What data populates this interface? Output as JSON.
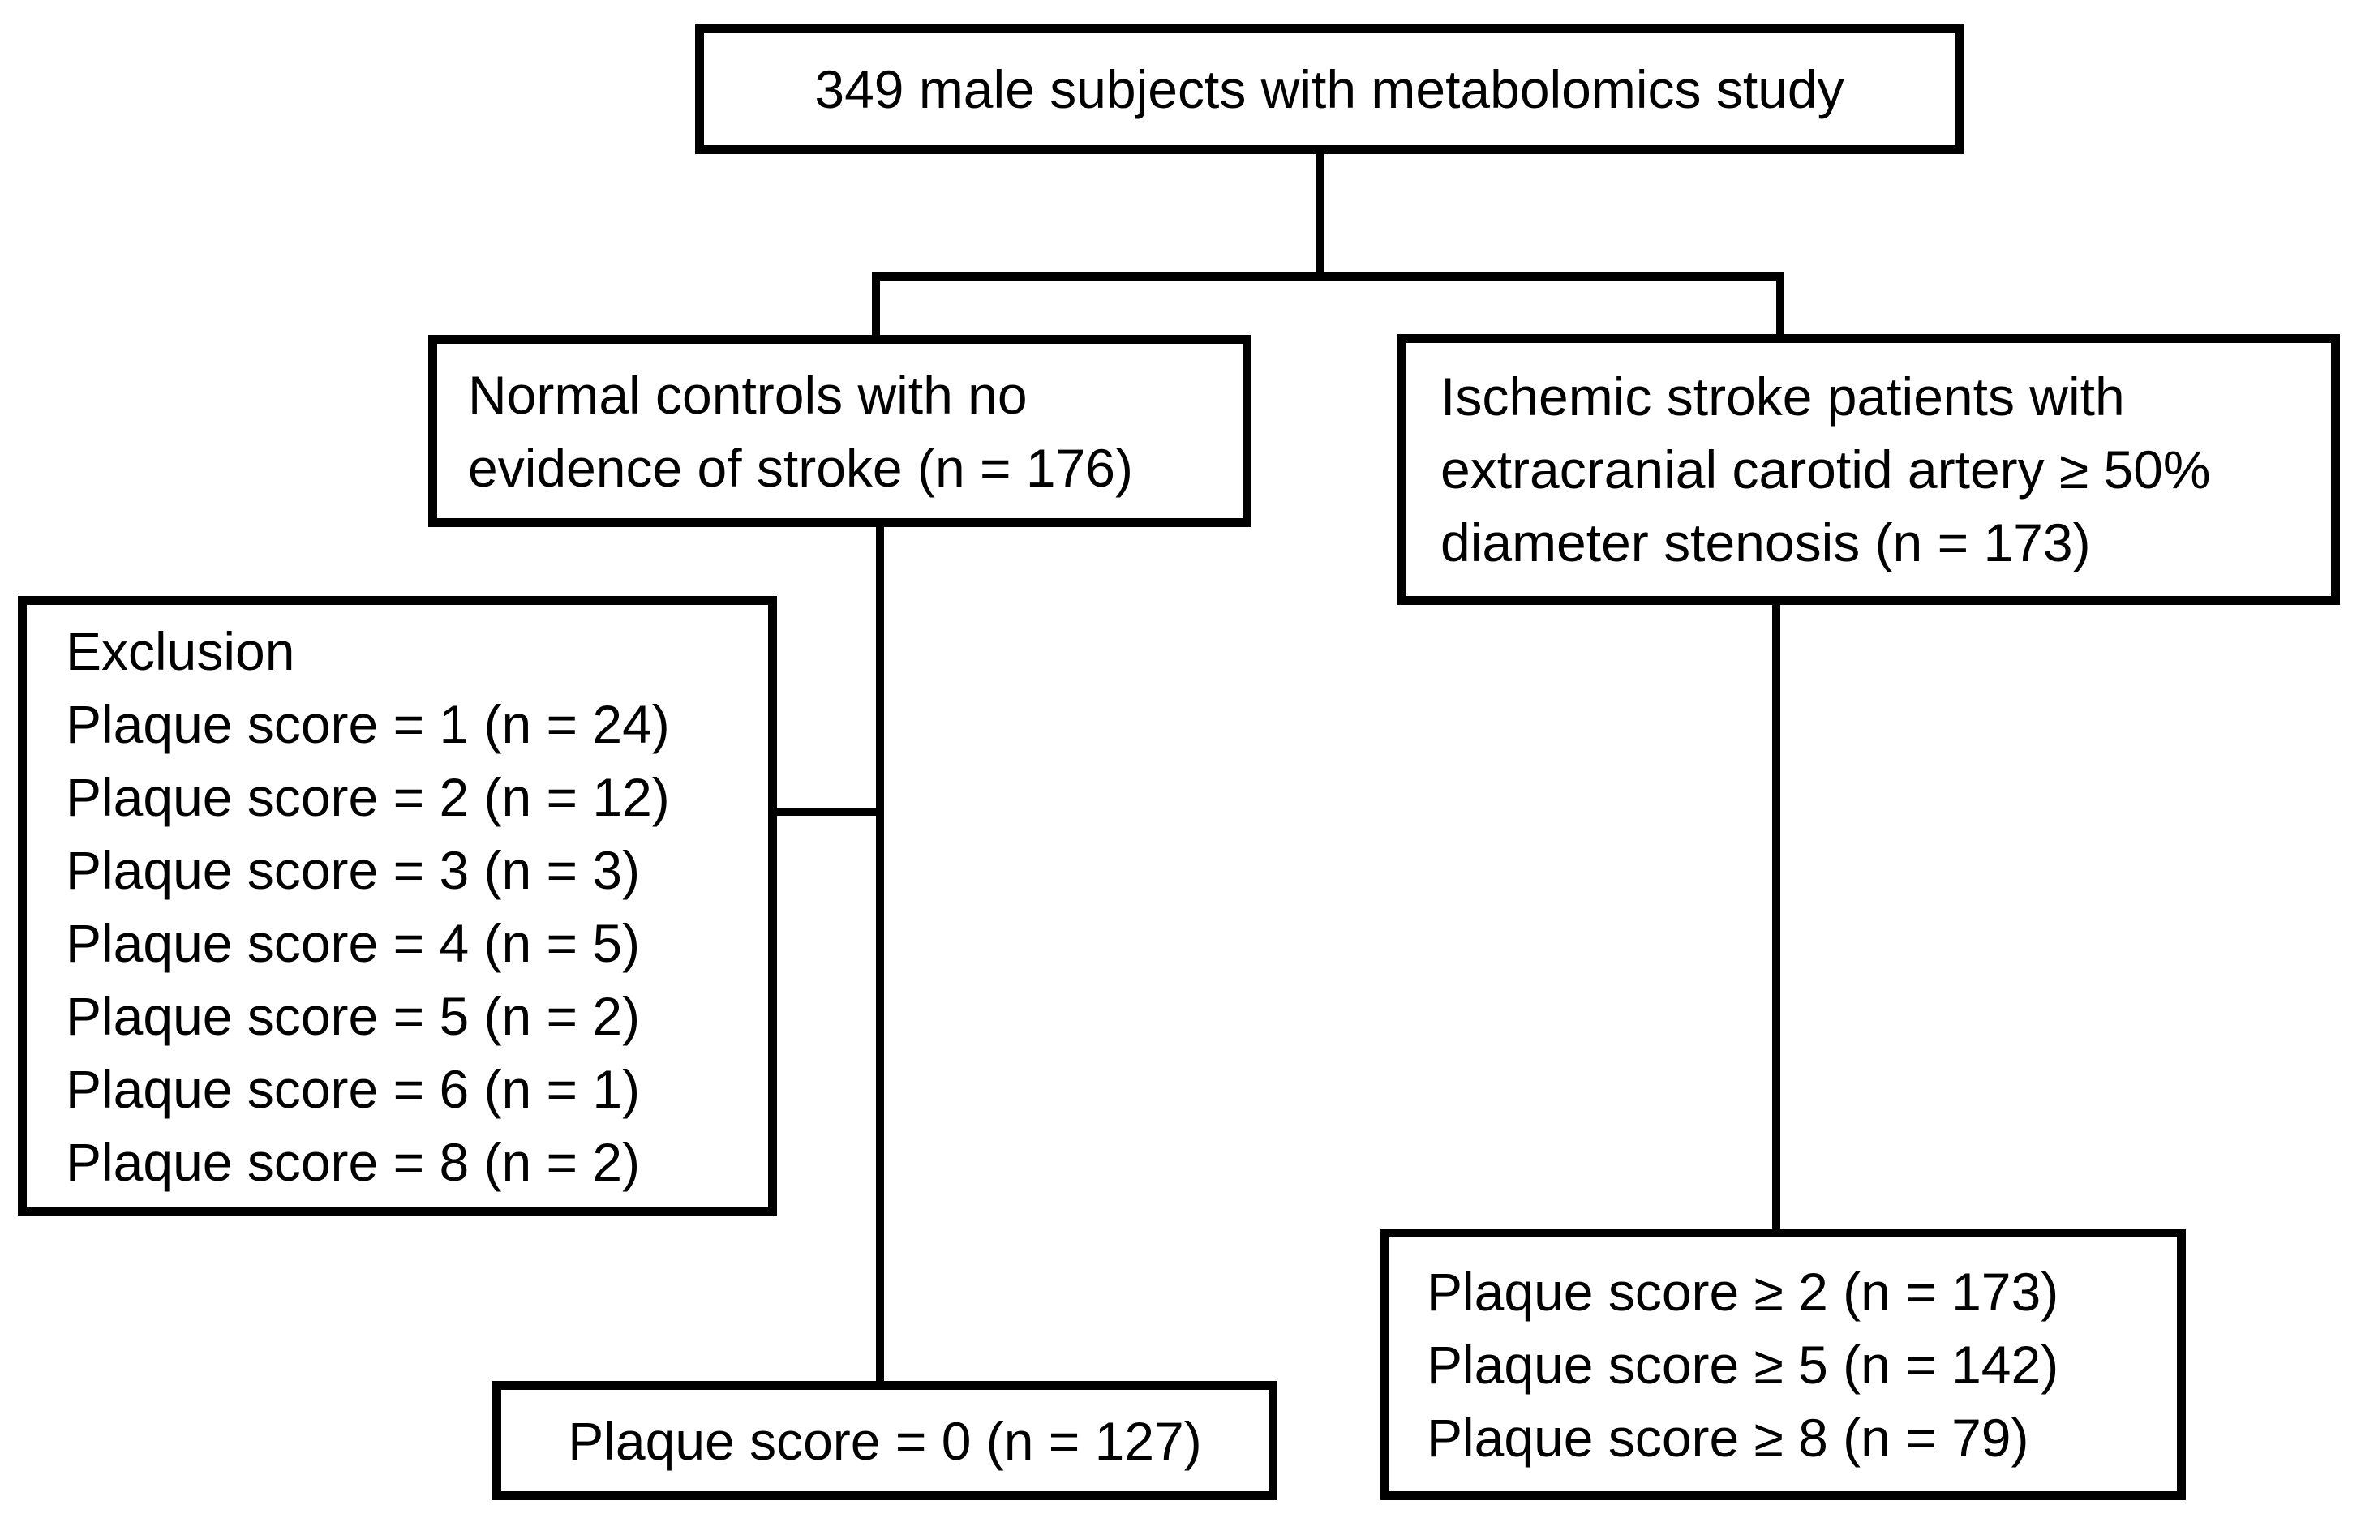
{
  "figure": {
    "background_color": "#ffffff",
    "line_color": "#000000",
    "text_color": "#000000"
  },
  "boxes": {
    "root": {
      "text": "349 male subjects with metabolomics study"
    },
    "controls": {
      "lines": [
        "Normal controls with no",
        "evidence of stroke (n = 176)"
      ]
    },
    "stroke": {
      "lines": [
        "Ischemic stroke patients with",
        "extracranial carotid artery ≥ 50%",
        "diameter stenosis (n = 173)"
      ]
    },
    "exclusion": {
      "lines": [
        "Exclusion",
        "Plaque score = 1 (n = 24)",
        "Plaque score = 2 (n = 12)",
        "Plaque score = 3 (n = 3)",
        "Plaque score = 4 (n = 5)",
        "Plaque score = 5 (n = 2)",
        "Plaque score = 6 (n = 1)",
        "Plaque score = 8 (n = 2)"
      ]
    },
    "controls_final": {
      "text": "Plaque score = 0 (n = 127)"
    },
    "stroke_final": {
      "lines": [
        "Plaque score ≥ 2 (n = 173)",
        "Plaque score ≥ 5 (n = 142)",
        "Plaque score ≥ 8 (n = 79)"
      ]
    }
  }
}
